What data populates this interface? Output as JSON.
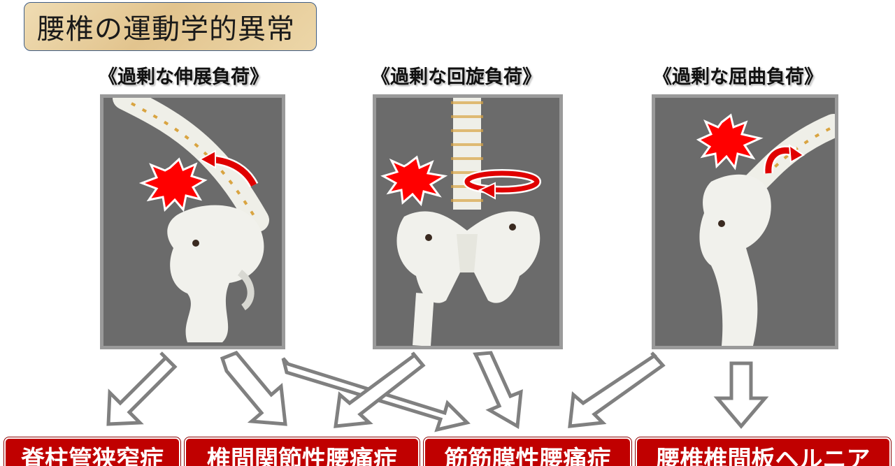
{
  "title": "腰椎の運動学的異常",
  "panels": [
    {
      "heading": "《過剰な伸展負荷》",
      "image": "spine-extension-photo"
    },
    {
      "heading": "《過剰な回旋負荷》",
      "image": "spine-rotation-photo"
    },
    {
      "heading": "《過剰な屈曲負荷》",
      "image": "spine-flexion-photo"
    }
  ],
  "conditions": [
    {
      "label": "脊柱管狭窄症"
    },
    {
      "label": "椎間関節性腰痛症"
    },
    {
      "label": "筋筋膜性腰痛症"
    },
    {
      "label": "腰椎椎間板ヘルニア"
    }
  ],
  "colors": {
    "accent": "#c00000",
    "pain_burst": "#ff0000",
    "panel_bg": "#6b6b6b",
    "arrow": "#808080"
  }
}
